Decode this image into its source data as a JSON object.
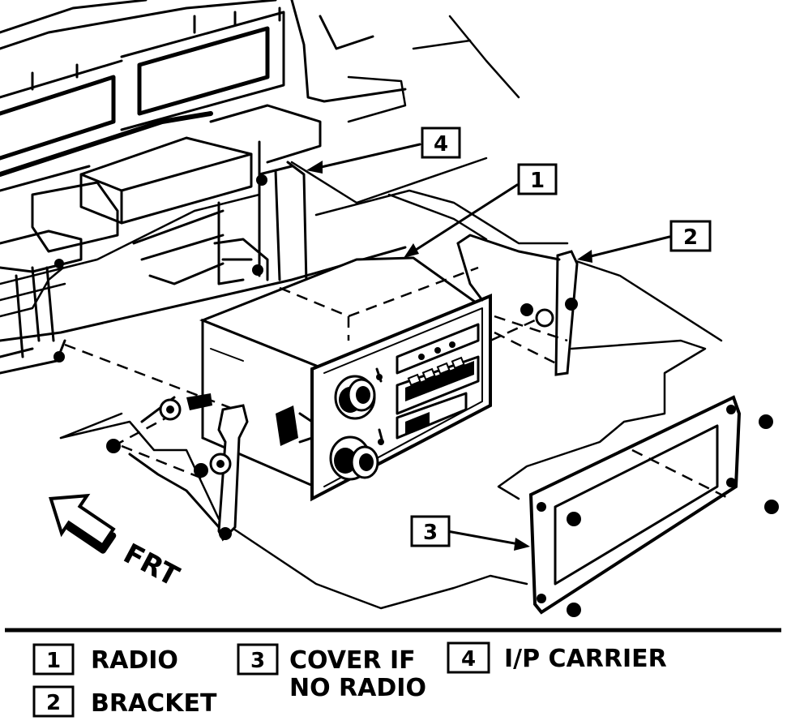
{
  "callouts": [
    {
      "number": "1"
    },
    {
      "number": "2"
    },
    {
      "number": "3"
    },
    {
      "number": "4"
    }
  ],
  "direction_label": "FRT",
  "legend": [
    {
      "number": "1",
      "text": "RADIO"
    },
    {
      "number": "2",
      "text": "BRACKET"
    },
    {
      "number": "3",
      "line1": "COVER IF",
      "line2": "NO RADIO"
    },
    {
      "number": "4",
      "text": "I/P CARRIER"
    }
  ],
  "colors": {
    "ink": "#000000",
    "paper": "#ffffff"
  }
}
